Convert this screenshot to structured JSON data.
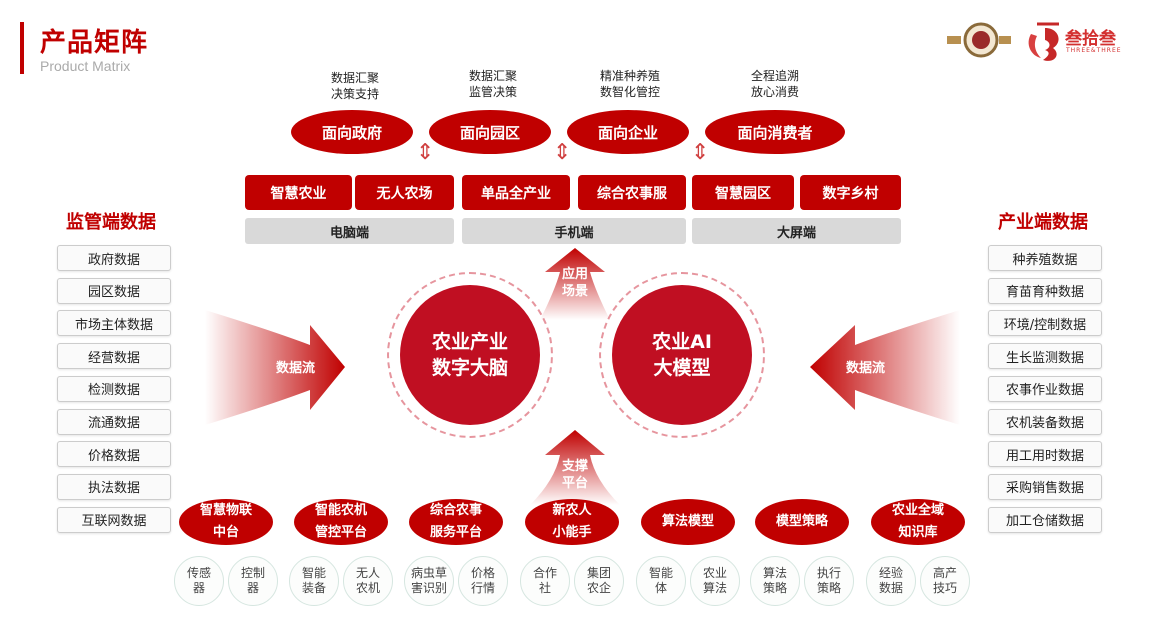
{
  "header": {
    "title": "产品矩阵",
    "subtitle": "Product Matrix",
    "logo_right_text": "叁拾叁",
    "logo_right_sub": "THREE&THREE"
  },
  "audiences": [
    {
      "label": "面向政府",
      "caption": "数据汇聚\n决策支持"
    },
    {
      "label": "面向园区",
      "caption": "数据汇聚\n监管决策"
    },
    {
      "label": "面向企业",
      "caption": "精准种养殖\n数智化管控"
    },
    {
      "label": "面向消费者",
      "caption": "全程追溯\n放心消费"
    }
  ],
  "apps": [
    "智慧农业",
    "无人农场",
    "单品全产业",
    "综合农事服",
    "智慧园区",
    "数字乡村"
  ],
  "terminals": [
    "电脑端",
    "手机端",
    "大屏端"
  ],
  "left": {
    "title": "监管端数据",
    "items": [
      "政府数据",
      "园区数据",
      "市场主体数据",
      "经营数据",
      "检测数据",
      "流通数据",
      "价格数据",
      "执法数据",
      "互联网数据"
    ]
  },
  "right": {
    "title": "产业端数据",
    "items": [
      "种养殖数据",
      "育苗育种数据",
      "环境/控制数据",
      "生长监测数据",
      "农事作业数据",
      "农机装备数据",
      "用工用时数据",
      "采购销售数据",
      "加工仓储数据"
    ]
  },
  "core": {
    "left": "农业产业\n数字大脑",
    "right": "农业AI\n大模型",
    "up_arrow": "应用\n场景",
    "down_arrow": "支撑\n平台",
    "flow_left": "数据流",
    "flow_right": "数据流"
  },
  "platforms": [
    {
      "label": "智慧物联\n中台",
      "modules": [
        "传感\n器",
        "控制\n器"
      ]
    },
    {
      "label": "智能农机\n管控平台",
      "modules": [
        "智能\n装备",
        "无人\n农机"
      ]
    },
    {
      "label": "综合农事\n服务平台",
      "modules": [
        "病虫草\n害识别",
        "价格\n行情"
      ]
    },
    {
      "label": "新农人\n小能手",
      "modules": [
        "合作\n社",
        "集团\n农企"
      ]
    },
    {
      "label": "算法模型",
      "modules": [
        "智能\n体",
        "农业\n算法"
      ]
    },
    {
      "label": "模型策略",
      "modules": [
        "算法\n策略",
        "执行\n策略"
      ]
    },
    {
      "label": "农业全域\n知识库",
      "modules": [
        "经验\n数据",
        "高产\n技巧"
      ]
    }
  ],
  "colors": {
    "brand": "#c00000",
    "terminal_bar": "#d9d9d9"
  }
}
